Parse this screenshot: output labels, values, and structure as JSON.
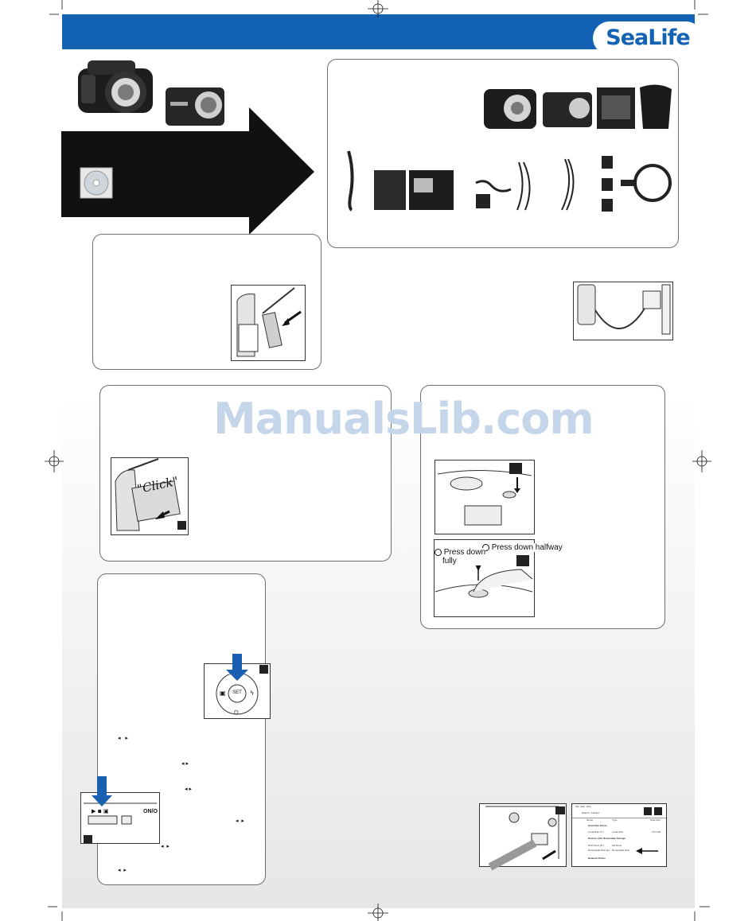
{
  "brand": {
    "logo": "SeaLife",
    "header_color": "#1462b4"
  },
  "watermark": "ManualsLib.com",
  "shutter_callouts": {
    "half": "Press down halfway",
    "full_line1": "Press down",
    "full_line2": "fully"
  },
  "sd_card_label": "\"Click\"",
  "set_button_label": "SET",
  "mode_switch_label": "ON/O",
  "pc_window": {
    "menu": [
      "File",
      "Edit",
      "View"
    ],
    "toolbar": [
      "Search",
      "Folders"
    ],
    "columns": [
      "Name",
      "Type",
      "Total Size"
    ],
    "section_hard_disk": "Hard Disk Drives",
    "drive_local": "Local Disk (C:)",
    "drive_local_type": "Local Disk",
    "drive_local_size": "74.5 GB",
    "section_removable": "Devices with Removable Storage",
    "drive_cd": "DVD Drive (D:)",
    "drive_cd_type": "CD Drive",
    "drive_removable": "Removable Disk (E:)",
    "drive_removable_type": "Removable Disk",
    "section_network": "Network Drives"
  }
}
